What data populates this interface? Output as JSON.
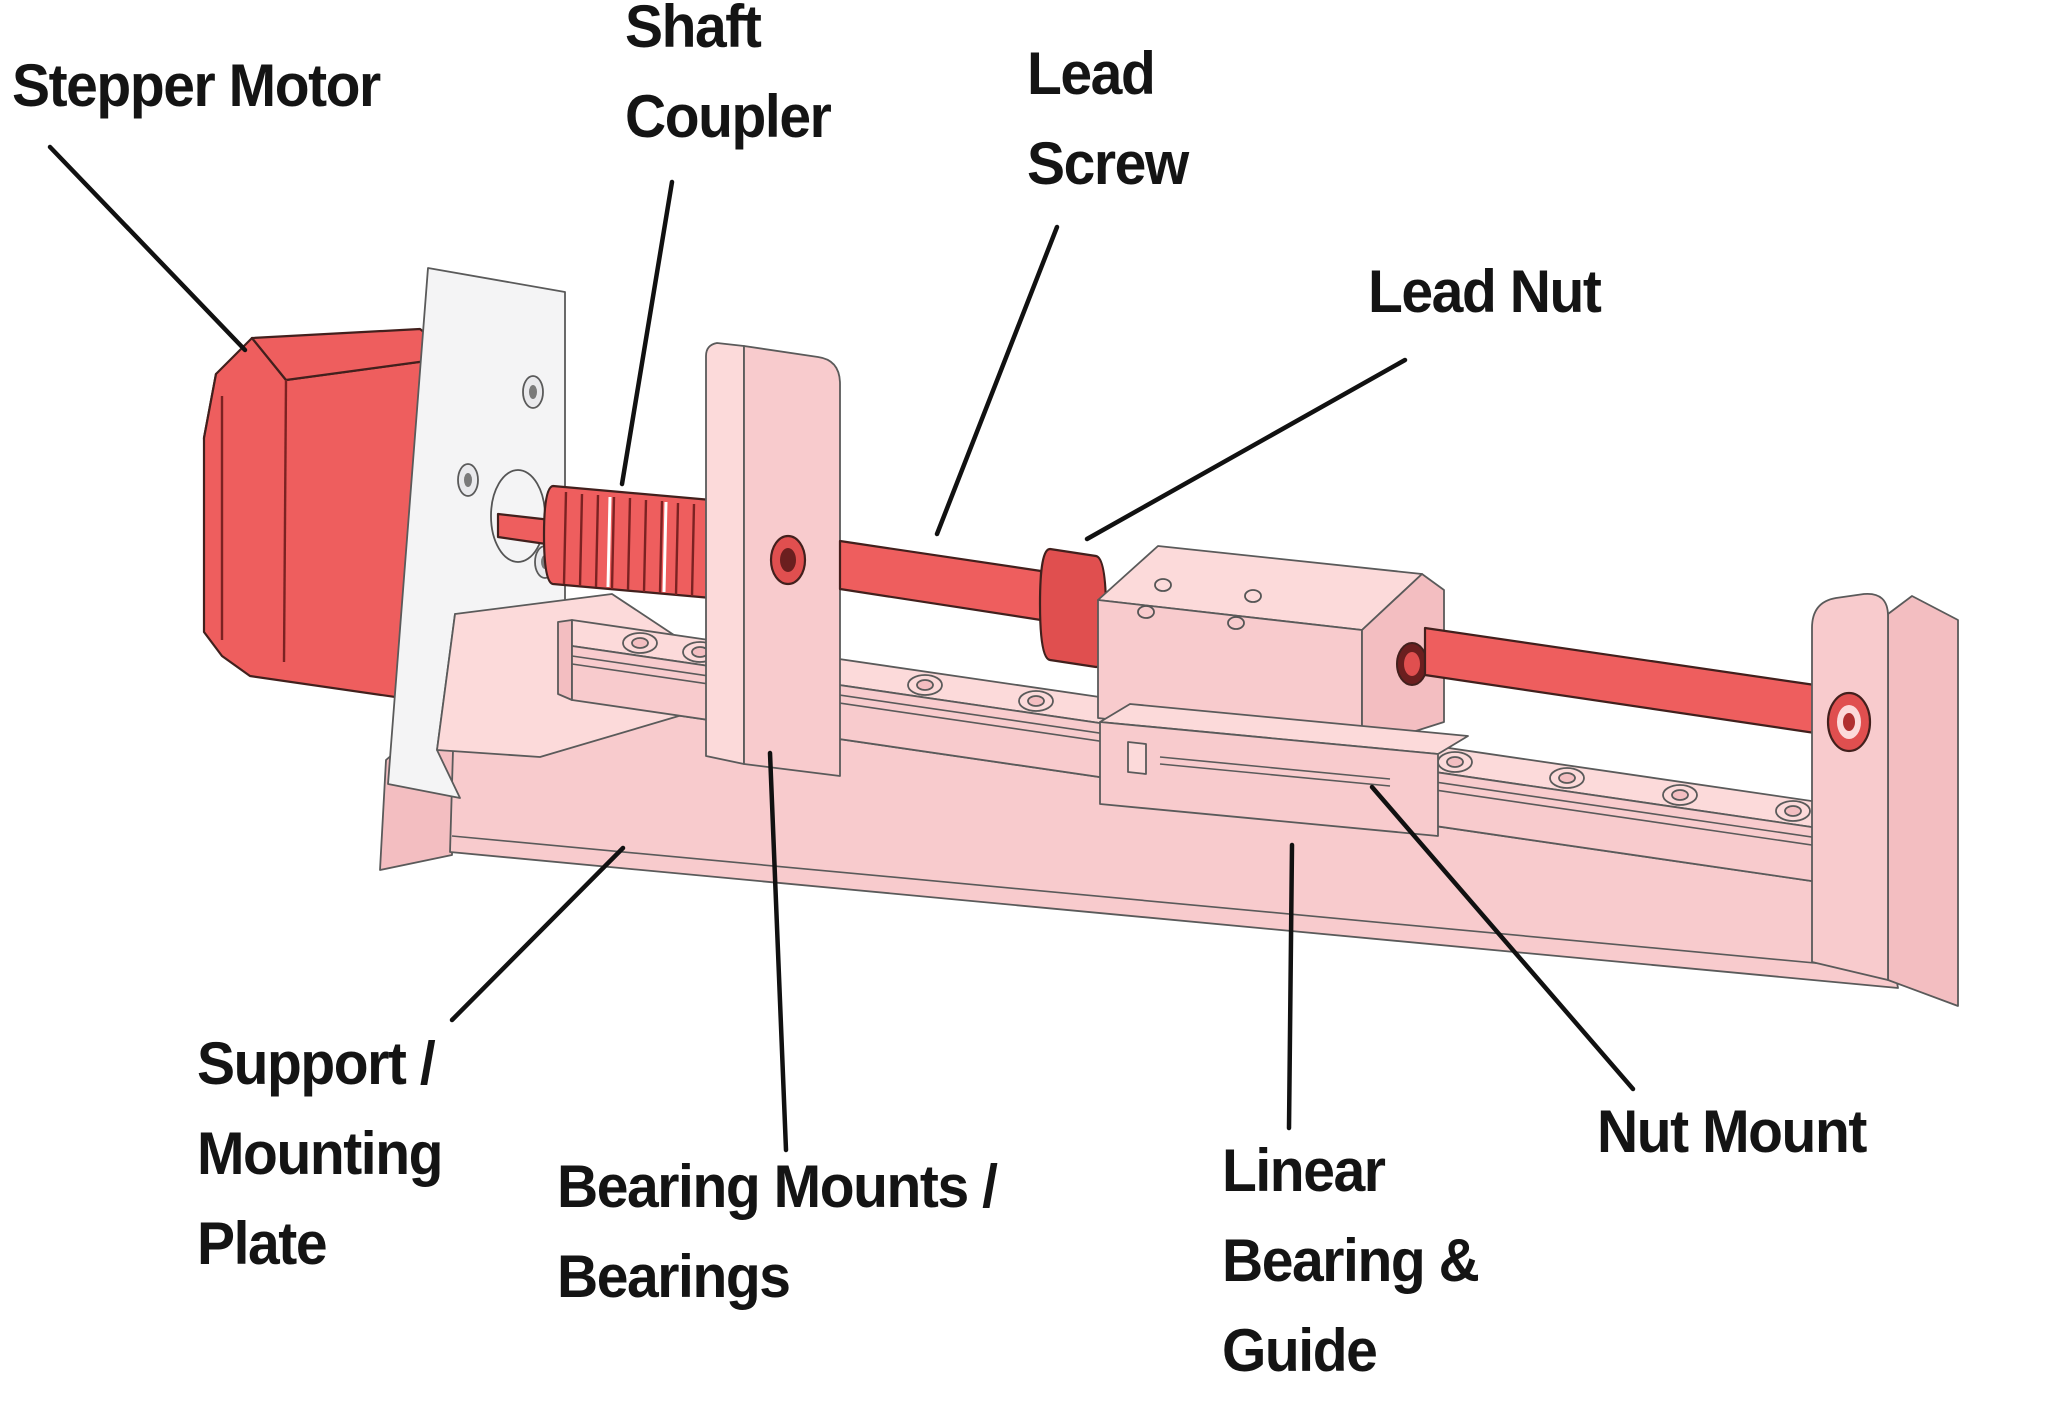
{
  "figure": {
    "title": "Lead screw linear actuator component diagram",
    "background": "#ffffff"
  },
  "colors": {
    "red_parts": "#ee5e5e",
    "dark_red_parts": "#e04f4f",
    "red_outline": "#42201d",
    "pink_parts": "#f8cbcd",
    "pink_parts_light": "#fcdada",
    "white_parts": "#f4f4f5",
    "part_outline": "#5a5a5a",
    "label_text": "#141414",
    "leader_line": "#111111"
  },
  "labels": {
    "stepper_motor": {
      "lines": [
        "Stepper Motor"
      ]
    },
    "shaft_coupler": {
      "lines": [
        "Shaft",
        "Coupler"
      ]
    },
    "lead_screw": {
      "lines": [
        "Lead",
        "Screw"
      ]
    },
    "lead_nut": {
      "lines": [
        "Lead Nut"
      ]
    },
    "support_mounting_plate": {
      "lines": [
        "Support /",
        "Mounting",
        "Plate"
      ]
    },
    "bearing_mounts": {
      "lines": [
        "Bearing Mounts /",
        "Bearings"
      ]
    },
    "linear_bearing_guide": {
      "lines": [
        "Linear",
        "Bearing &",
        "Guide"
      ]
    },
    "nut_mount": {
      "lines": [
        "Nut Mount"
      ]
    }
  }
}
